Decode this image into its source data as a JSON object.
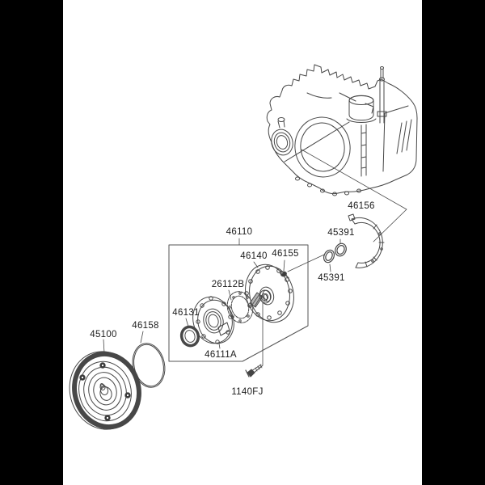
{
  "colors": {
    "frame": "#000000",
    "page": "#ffffff",
    "line": "#474747",
    "label_text": "#1b1b1b"
  },
  "diagram": {
    "kind": "exploded-parts-diagram",
    "labels": {
      "p45100": "45100",
      "p46158": "46158",
      "p46131": "46131",
      "p26112B": "26112B",
      "p46111A": "46111A",
      "p46110": "46110",
      "p46140": "46140",
      "p46155": "46155",
      "p45391_upper": "45391",
      "p45391_lower": "45391",
      "p46156": "46156",
      "p1140FJ": "1140FJ"
    }
  }
}
